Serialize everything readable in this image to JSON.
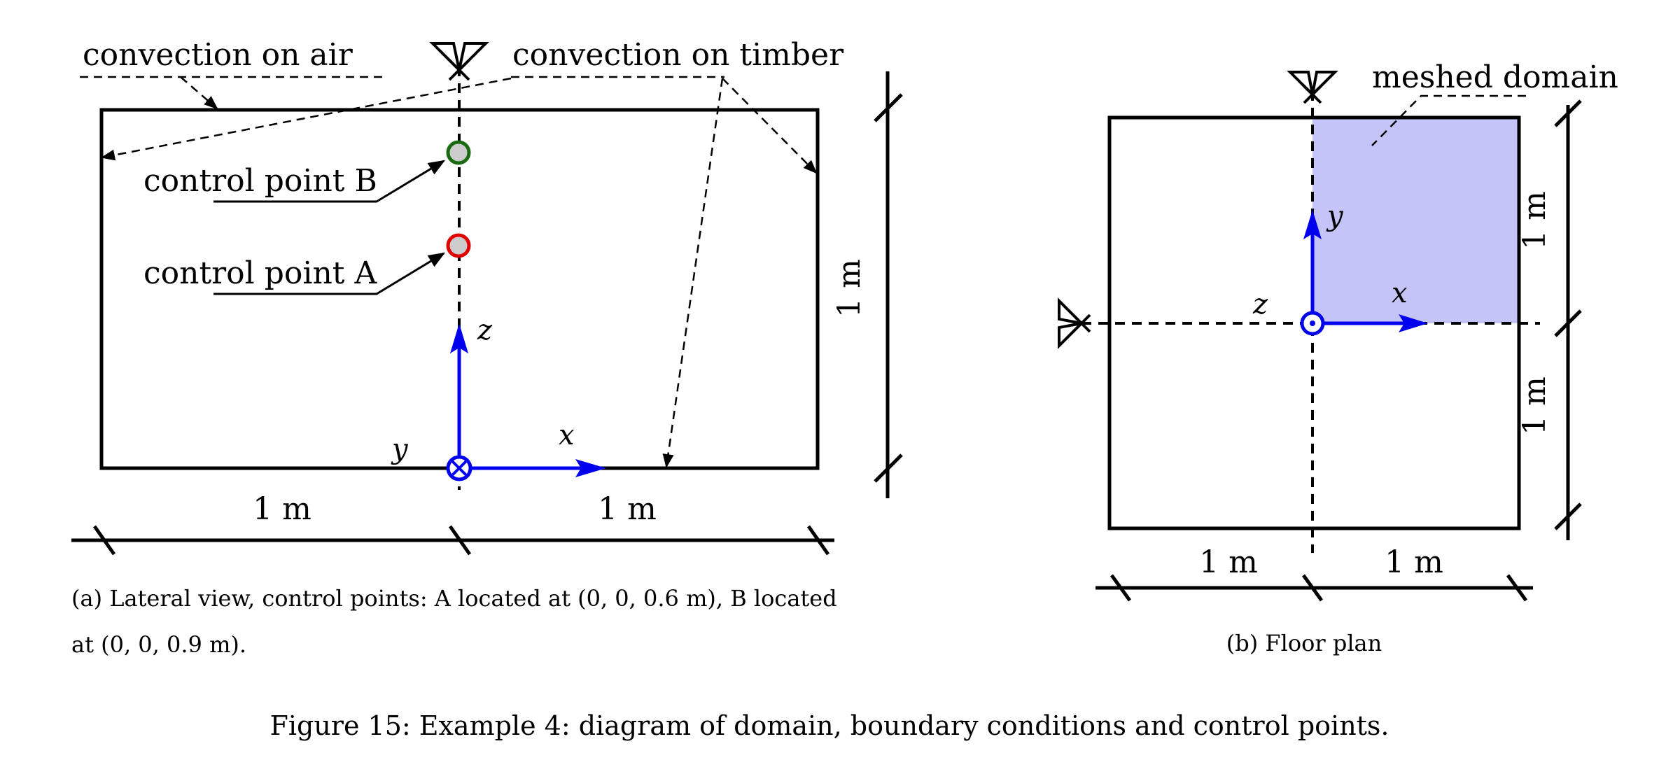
{
  "lateral": {
    "label_convection_air": "convection on air",
    "label_convection_timber": "convection on timber",
    "label_control_b": "control point B",
    "label_control_a": "control point A",
    "axis_z": "z",
    "axis_x": "x",
    "axis_y": "y",
    "dim_height": "1 m",
    "dim_left": "1 m",
    "dim_right": "1 m",
    "caption_line1": "(a) Lateral view, control points: A located at (0, 0, 0.6 m), B located",
    "caption_line2": "at (0, 0, 0.9 m)."
  },
  "plan": {
    "label_meshed": "meshed domain",
    "axis_y": "y",
    "axis_x": "x",
    "axis_z": "z",
    "dim_top": "1 m",
    "dim_bottom": "1 m",
    "dim_left": "1 m",
    "dim_right": "1 m",
    "caption": "(b) Floor plan"
  },
  "figure_caption": "Figure 15: Example 4: diagram of domain, boundary conditions and control points.",
  "colors": {
    "axis_blue": "#0000ee",
    "control_a": "#e00000",
    "control_a_fill": "#cccccc",
    "control_b": "#1a6a10",
    "control_b_fill": "#cccccc",
    "meshed_fill": "#c4c4f8"
  }
}
